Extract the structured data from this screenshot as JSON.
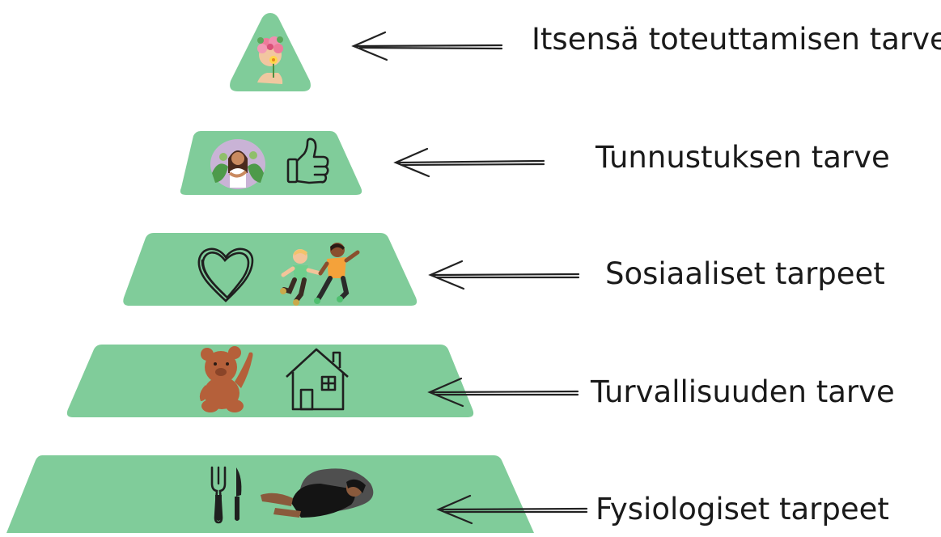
{
  "colors": {
    "tier_fill": "#80cc9a",
    "arrow": "#222222",
    "icon_line": "#1f1f1f",
    "bear": "#b5603a",
    "skin": "#e8b58a"
  },
  "levels": [
    {
      "label": "Itsensä toteuttamisen tarve",
      "icons": [
        "flower-head-icon"
      ]
    },
    {
      "label": "Tunnustuksen tarve",
      "icons": [
        "self-hug-woman-icon",
        "thumbs-up-icon"
      ]
    },
    {
      "label": "Sosiaaliset tarpeet",
      "icons": [
        "heart-icon",
        "children-holding-hands-icon"
      ]
    },
    {
      "label": "Turvallisuuden tarve",
      "icons": [
        "teddy-bear-icon",
        "house-icon"
      ]
    },
    {
      "label": "Fysiologiset tarpeet",
      "icons": [
        "fork-knife-icon",
        "sleeping-person-icon"
      ]
    }
  ]
}
